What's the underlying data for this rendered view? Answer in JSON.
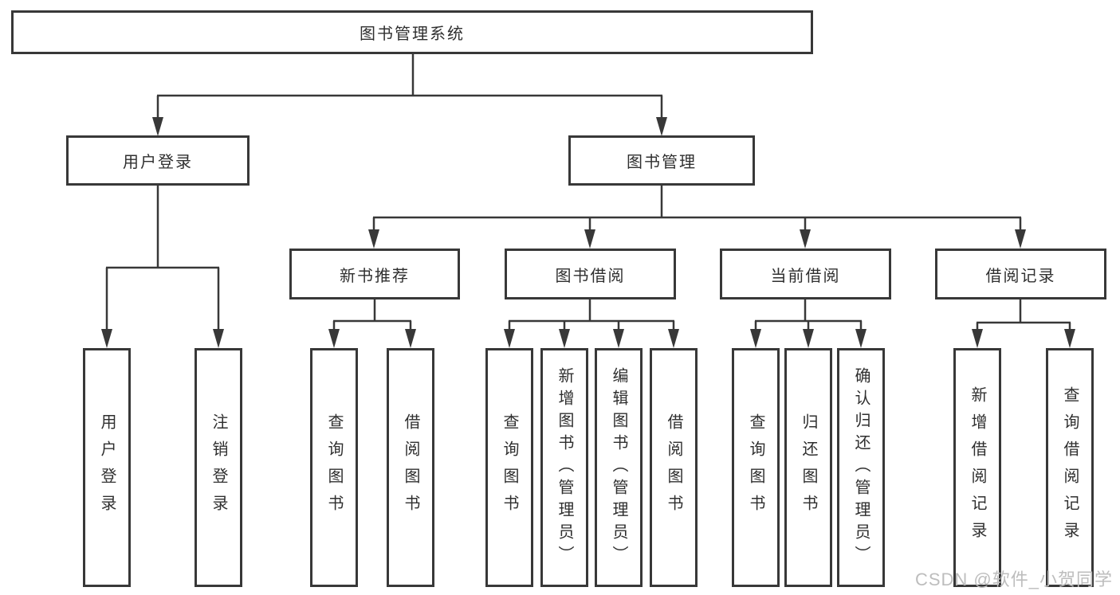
{
  "colors": {
    "line": "#383838",
    "border": "#383838",
    "text": "#2f2f2f",
    "background": "#ffffff",
    "watermark": "#bdbdbd"
  },
  "diagram": {
    "root": {
      "label": "图书管理系统"
    },
    "level2": [
      {
        "label": "用户登录"
      },
      {
        "label": "图书管理"
      }
    ],
    "level3": [
      {
        "label": "新书推荐"
      },
      {
        "label": "图书借阅"
      },
      {
        "label": "当前借阅"
      },
      {
        "label": "借阅记录"
      }
    ],
    "leaves": [
      {
        "label": "用户登录"
      },
      {
        "label": "注销登录"
      },
      {
        "label": "查询图书"
      },
      {
        "label": "借阅图书"
      },
      {
        "label": "查询图书"
      },
      {
        "label": "新增图书（管理员）"
      },
      {
        "label": "编辑图书（管理员）"
      },
      {
        "label": "借阅图书"
      },
      {
        "label": "查询图书"
      },
      {
        "label": "归还图书"
      },
      {
        "label": "确认归还（管理员）"
      },
      {
        "label": "新增借阅记录"
      },
      {
        "label": "查询借阅记录"
      }
    ]
  },
  "watermark": {
    "text": "CSDN @软件_小贺同学"
  }
}
